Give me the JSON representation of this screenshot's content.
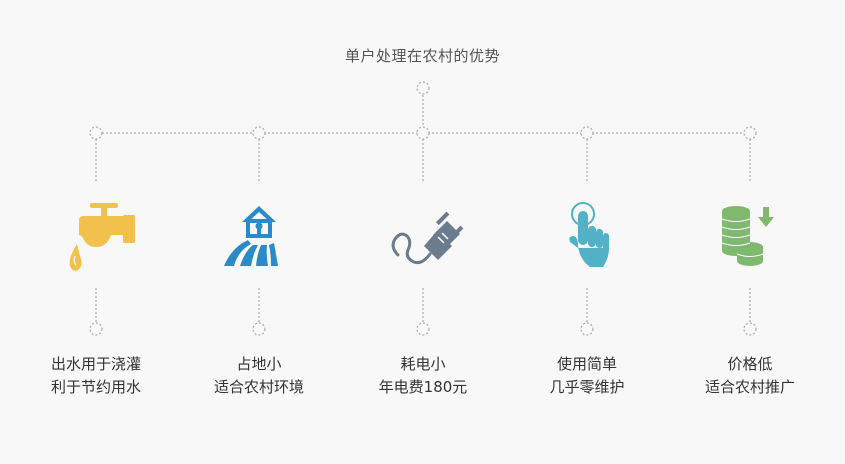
{
  "title": "单户处理在农村的优势",
  "colors": {
    "connector": "#aaaaaa",
    "faucet": "#f2c04c",
    "house": "#2a8bc8",
    "plug": "#6b7c8f",
    "hand": "#52b1c6",
    "coins": "#7fb96e"
  },
  "items": [
    {
      "icon": "faucet-icon",
      "line1": "出水用于浇灌",
      "line2": "利于节约用水"
    },
    {
      "icon": "house-icon",
      "line1": "占地小",
      "line2": "适合农村环境"
    },
    {
      "icon": "plug-icon",
      "line1": "耗电小",
      "line2": "年电费180元"
    },
    {
      "icon": "hand-pointer-icon",
      "line1": "使用简单",
      "line2": "几乎零维护"
    },
    {
      "icon": "coins-down-icon",
      "line1": "价格低",
      "line2": "适合农村推广"
    }
  ]
}
